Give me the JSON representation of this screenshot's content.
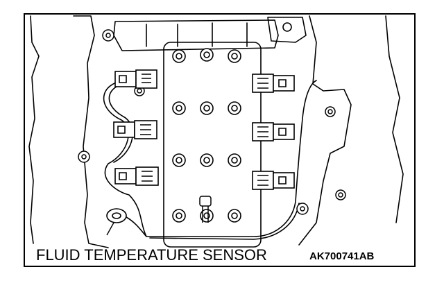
{
  "figure": {
    "callout_label": "FLUID TEMPERATURE SENSOR",
    "figure_code": "AK700741AB"
  },
  "colors": {
    "line": "#000000",
    "background": "#ffffff"
  },
  "parts": {
    "valve_body_bolt_count": 12,
    "solenoid_connector_count": 6,
    "sensor_icon": "fluid-temperature-sensor-icon"
  }
}
